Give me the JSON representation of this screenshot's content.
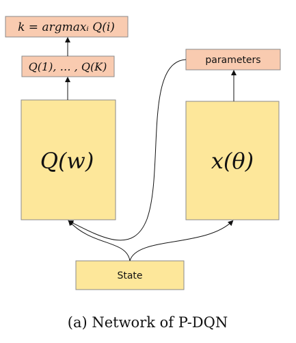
{
  "diagram": {
    "argmax_box": "k = argmaxᵢ Q(i)",
    "q_values_box": "Q(1), … , Q(K)",
    "q_network_box": "Q(w)",
    "x_network_box": "x(θ)",
    "parameters_box": "parameters",
    "state_box": "State"
  },
  "caption": "(a) Network of P-DQN",
  "colors": {
    "output_box_fill": "#f9cbb0",
    "network_box_fill": "#fde79a",
    "box_stroke": "#8a8a8a",
    "arrow": "#111111"
  }
}
